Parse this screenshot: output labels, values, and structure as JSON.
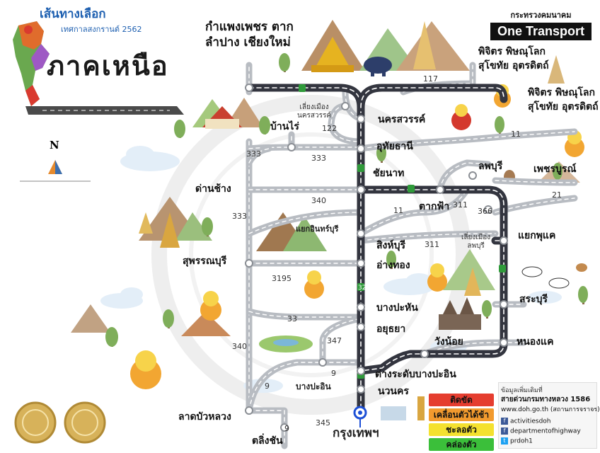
{
  "title": {
    "line1": "เส้นทางเลือก",
    "line2": "เทศกาลสงกรานต์ 2562",
    "region": "ภาคเหนือ"
  },
  "brand": {
    "ministry": "กระทรวงคมนาคม",
    "name": "One Transport"
  },
  "compass": {
    "north": "N"
  },
  "destinations": {
    "north_line1": "กำแพงเพชร ตาก",
    "north_line2": "ลำปาง เชียงใหม่",
    "northeast_a_line1": "พิจิตร พิษณุโลก",
    "northeast_a_line2": "สุโขทัย อุตรดิตถ์",
    "northeast_b_line1": "พิจิตร พิษณุโลก",
    "northeast_b_line2": "สุโขทัย อุตรดิตถ์",
    "phetchabun": "เพชรบูรณ์"
  },
  "places": {
    "nakhon_sawan": "นครสวรรค์",
    "uthai_thani": "อุทัยธานี",
    "chainat": "ชัยนาท",
    "lopburi": "ลพบุรี",
    "takfa": "ตากฟ้า",
    "singburi": "สิงห์บุรี",
    "ang_thong": "อ่างทอง",
    "phukae_junction": "แยกพุแค",
    "bang_pahan": "บางปะหัน",
    "ayutthaya": "อยุธยา",
    "saraburi": "สระบุรี",
    "wang_noi": "วังน้อย",
    "nong_khae": "หนองแค",
    "bang_pa_in_interchange": "ต่างระดับบางปะอิน",
    "nava_nakorn": "นวนคร",
    "bang_pa_in": "บางปะอิน",
    "lat_bua_luang": "ลาดบัวหลวง",
    "taling_chan": "ตลิ่งชัน",
    "bangkok": "กรุงเทพฯ",
    "suphanburi": "สุพรรณบุรี",
    "dan_chang": "ด่านช้าง",
    "ban_rai": "บ้านไร่",
    "inburi_junction": "แยกอินทร์บุรี",
    "bypass_nakhon_sawan": "เลี่ยงเมือง\nนครสวรรค์",
    "bypass_lopburi": "เลี่ยงเมือง\nลพบุรี"
  },
  "routes": {
    "r117": "117",
    "r122": "122",
    "r11": "11",
    "r333": "333",
    "r21": "21",
    "r340": "340",
    "r311": "311",
    "r366": "366",
    "r3195": "3195",
    "r33": "33",
    "r347": "347",
    "r9": "9",
    "r345": "345",
    "r32": "32"
  },
  "info": {
    "title": "ข้อมูลเพิ่มเติมที่",
    "hotline": "สายด่วนกรมทางหลวง 1586",
    "website": "www.doh.go.th (สถานการจราจร)",
    "social": [
      "activitiesdoh",
      "departmentofhighway",
      "prdoh1"
    ]
  },
  "legend": [
    {
      "label": "ติดขัด",
      "color": "#e53d2f"
    },
    {
      "label": "เคลื่อนตัวได้ช้า",
      "color": "#f29a2e"
    },
    {
      "label": "ชะลอตัว",
      "color": "#f4e12f"
    },
    {
      "label": "คล่องตัว",
      "color": "#3bbf3a"
    }
  ],
  "colors": {
    "main_road": "#33353f",
    "secondary_road": "#b8bcc2",
    "route_shield": "#2f9a3a",
    "bangkok_pin": "#1c4fd6"
  }
}
